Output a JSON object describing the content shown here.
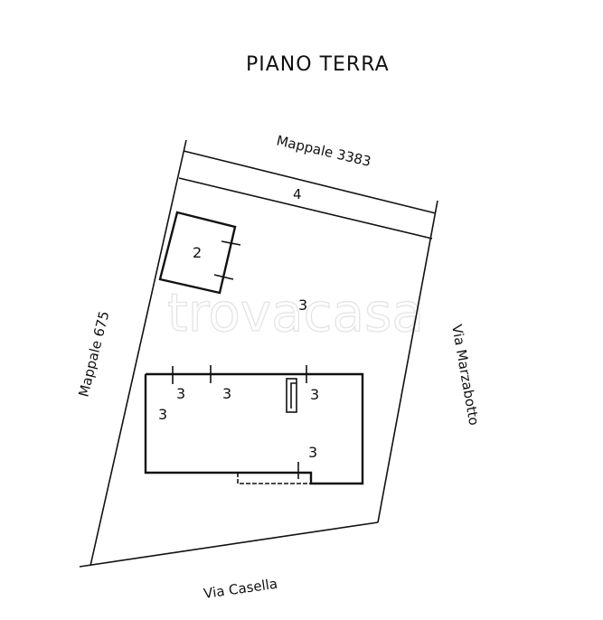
{
  "title": "PIANO TERRA",
  "labels": {
    "north": "Mappale 3383",
    "west": "Mappale 675",
    "east": "Via Marzabotto",
    "south": "Via Casella"
  },
  "areas": {
    "strip": "4",
    "outbuilding": "2",
    "yard": "3",
    "room_a": "3",
    "room_b": "3",
    "room_c": "3",
    "room_d": "3",
    "room_e": "3"
  },
  "watermark": "trovacasa"
}
